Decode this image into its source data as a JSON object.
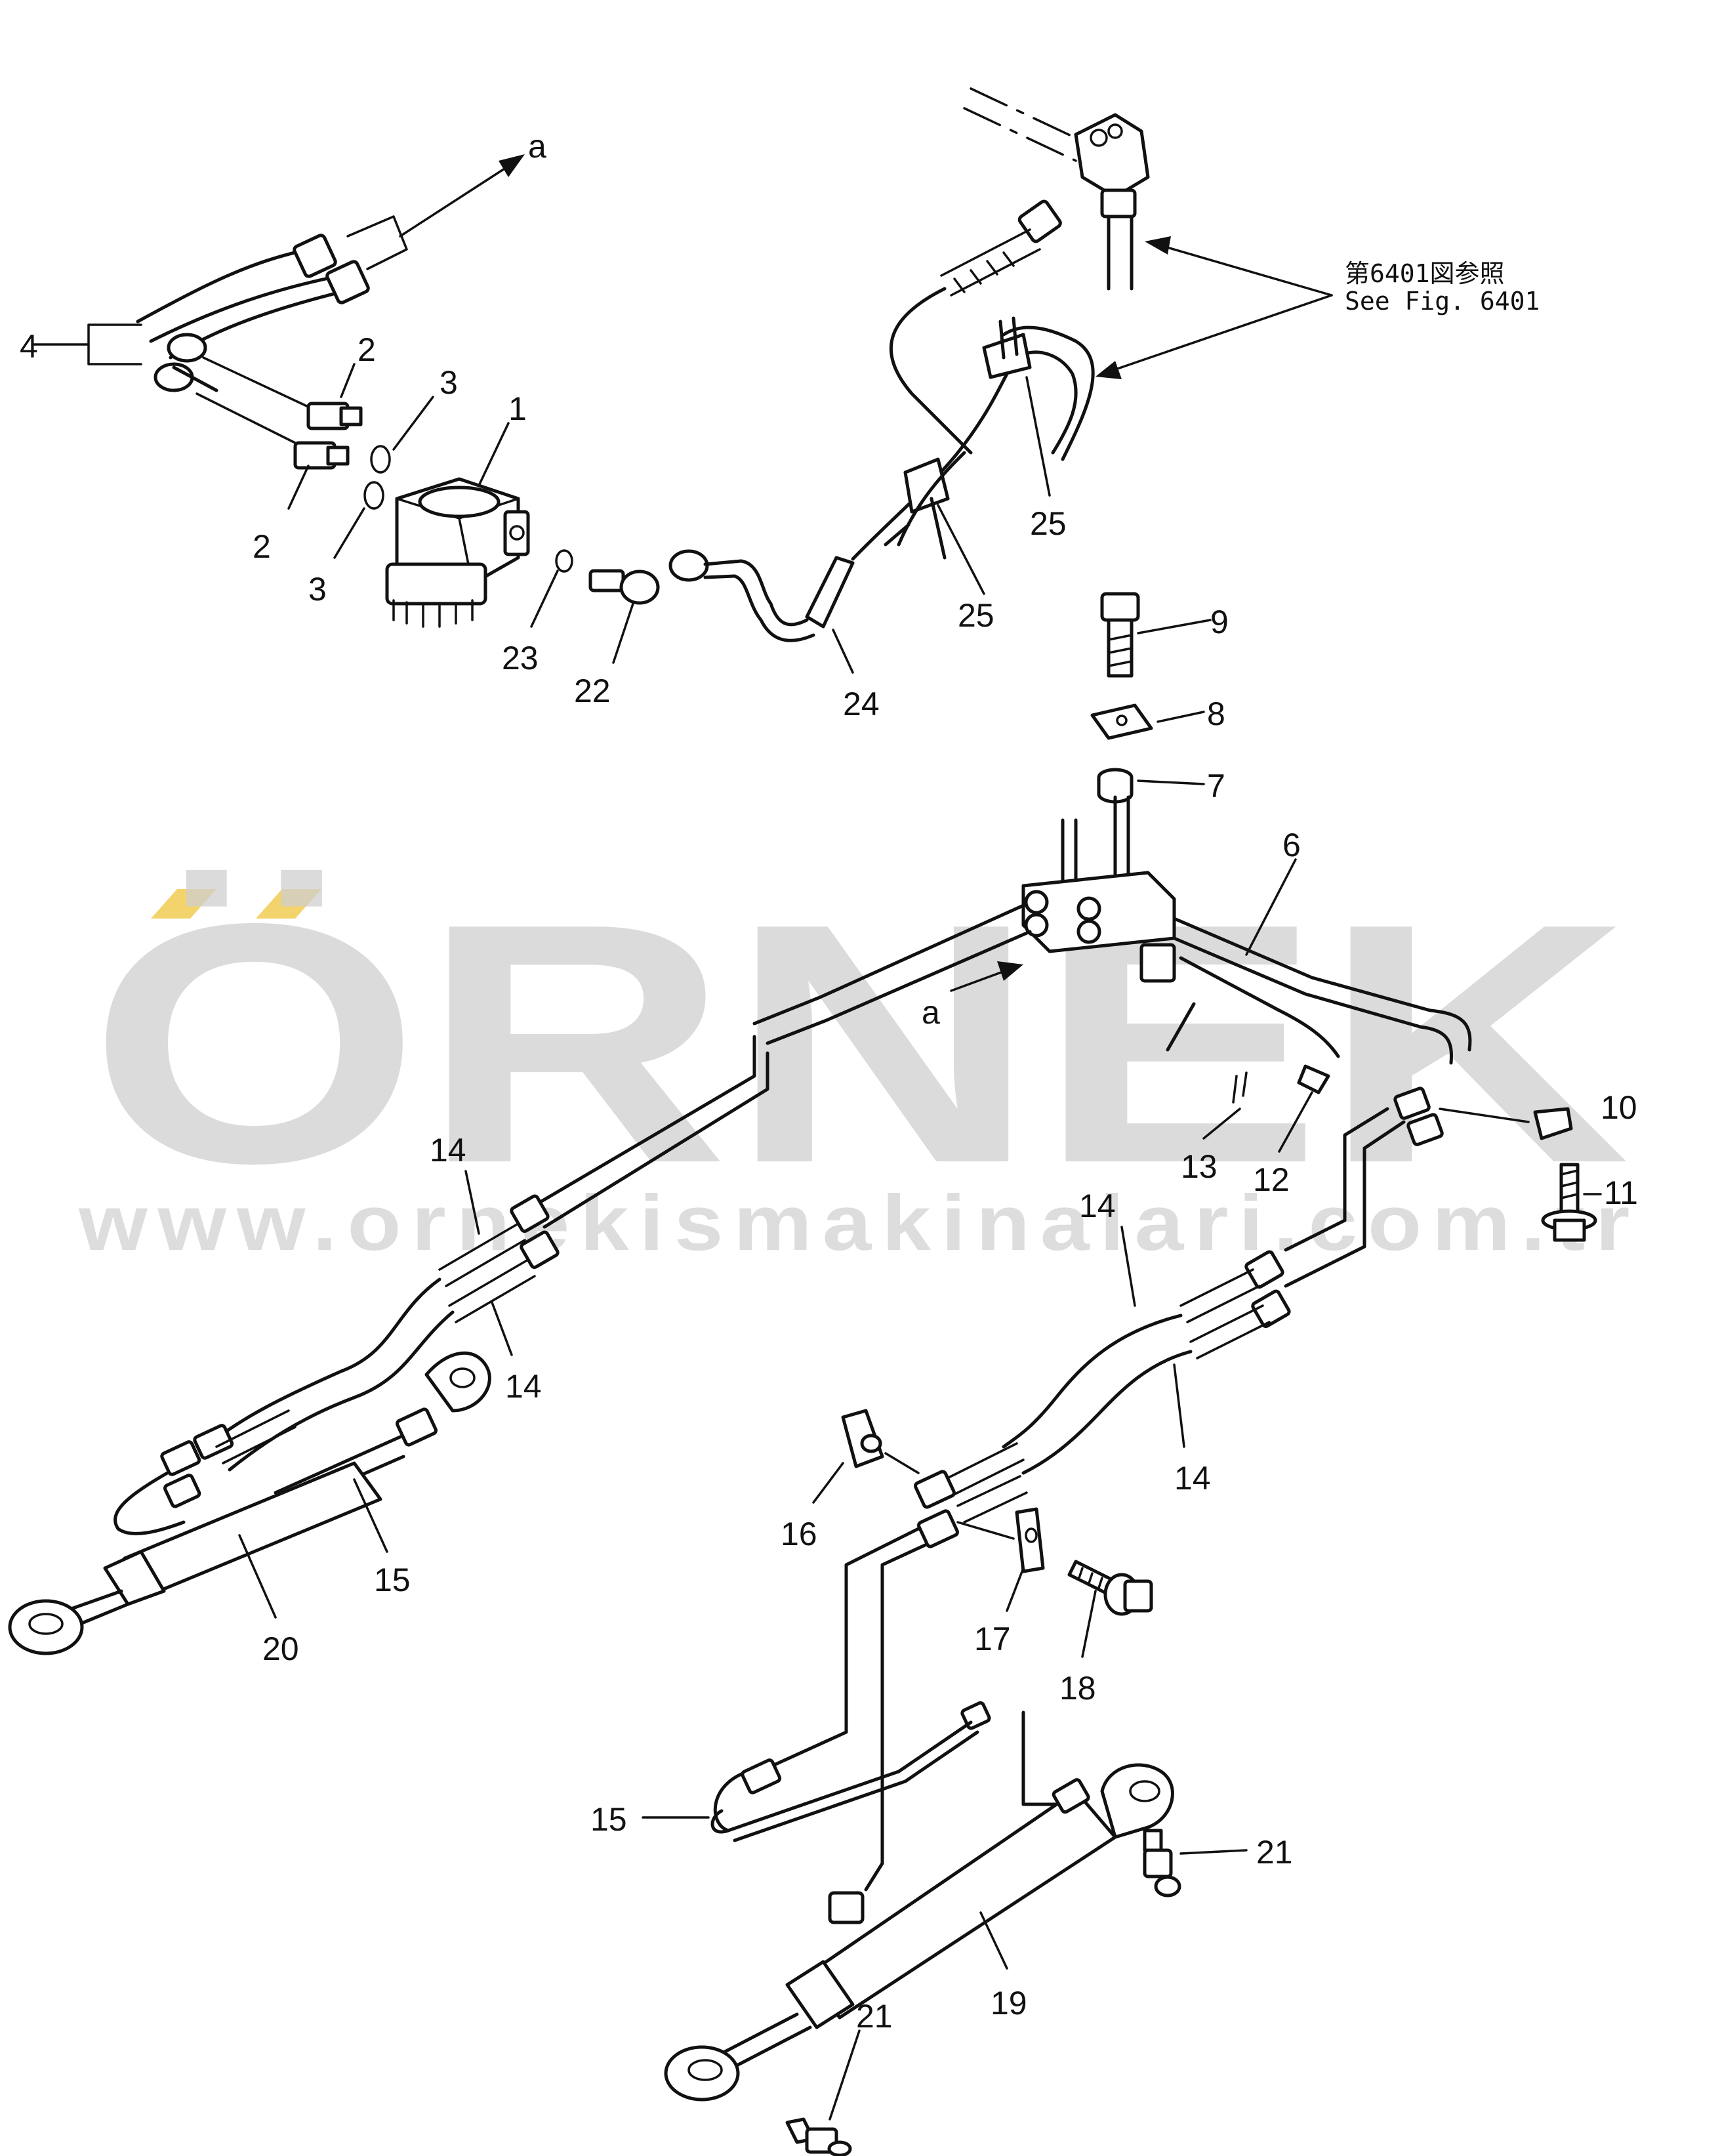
{
  "reference_note": {
    "line1": "第6401図参照",
    "line2": "See Fig. 6401"
  },
  "watermark": {
    "brand": "ÖRNEK",
    "url": "www.ornekismakinalari.com.tr",
    "accent_color": "#f3d36b",
    "text_color": "#cfcfcf"
  },
  "labels": {
    "p1": "1",
    "p2a": "2",
    "p2b": "2",
    "p3a": "3",
    "p3b": "3",
    "p4": "4",
    "p6": "6",
    "p7": "7",
    "p8": "8",
    "p9": "9",
    "p10": "10",
    "p11": "11",
    "p12": "12",
    "p13": "13",
    "p14a": "14",
    "p14b": "14",
    "p14c": "14",
    "p14d": "14",
    "p15a": "15",
    "p15b": "15",
    "p16": "16",
    "p17": "17",
    "p18": "18",
    "p19": "19",
    "p20": "20",
    "p21a": "21",
    "p21b": "21",
    "p22": "22",
    "p23": "23",
    "p24": "24",
    "p25a": "25",
    "p25b": "25",
    "arrow_a_top": "a",
    "arrow_a_mid": "a"
  }
}
